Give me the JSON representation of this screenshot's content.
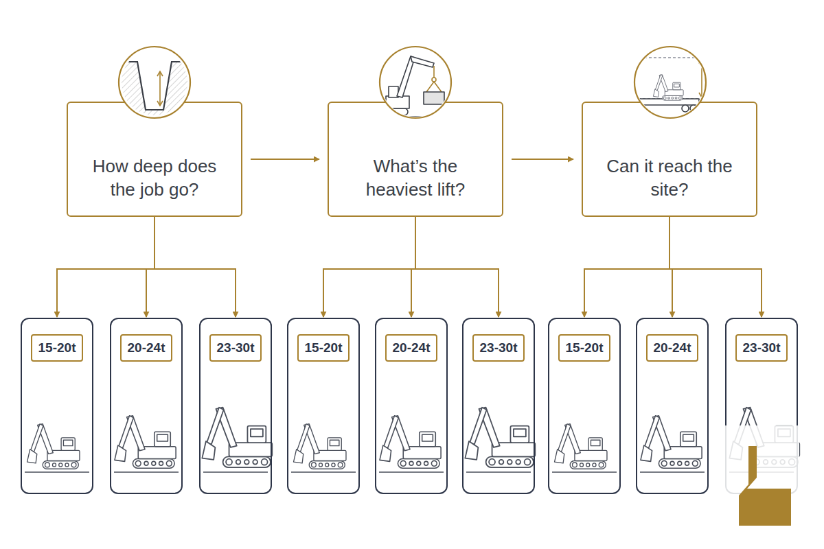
{
  "diagram": {
    "nodes": [
      {
        "text": [
          "How deep does the job go?"
        ]
      },
      {
        "text": [
          "What’s the heaviest lift?"
        ]
      },
      {
        "text": [
          "Can it reach the site?"
        ]
      },
      {
        "text": [
          "15-20t"
        ]
      },
      {
        "text": [
          "20-24t"
        ]
      },
      {
        "text": [
          "23-30t"
        ]
      },
      {
        "text": [
          "15-20t"
        ]
      },
      {
        "text": [
          "20-24t"
        ]
      },
      {
        "text": [
          "23-30t"
        ]
      },
      {
        "text": [
          "15-20t"
        ]
      },
      {
        "text": [
          "20-24t"
        ]
      },
      {
        "text": [
          "23-30t"
        ]
      }
    ],
    "edges": [
      {
        "from": 0,
        "to": 1,
        "arrow": "to"
      },
      {
        "from": 1,
        "to": 2,
        "arrow": "to"
      },
      {
        "from": 0,
        "to": 3,
        "arrow": "to"
      },
      {
        "from": 0,
        "to": 4,
        "arrow": "to"
      },
      {
        "from": 0,
        "to": 5,
        "arrow": "to"
      },
      {
        "from": 1,
        "to": 6,
        "arrow": "to"
      },
      {
        "from": 1,
        "to": 7,
        "arrow": "to"
      },
      {
        "from": 1,
        "to": 8,
        "arrow": "to"
      },
      {
        "from": 2,
        "to": 9,
        "arrow": "to"
      },
      {
        "from": 2,
        "to": 10,
        "arrow": "to"
      },
      {
        "from": 2,
        "to": 11,
        "arrow": "to"
      }
    ]
  }
}
